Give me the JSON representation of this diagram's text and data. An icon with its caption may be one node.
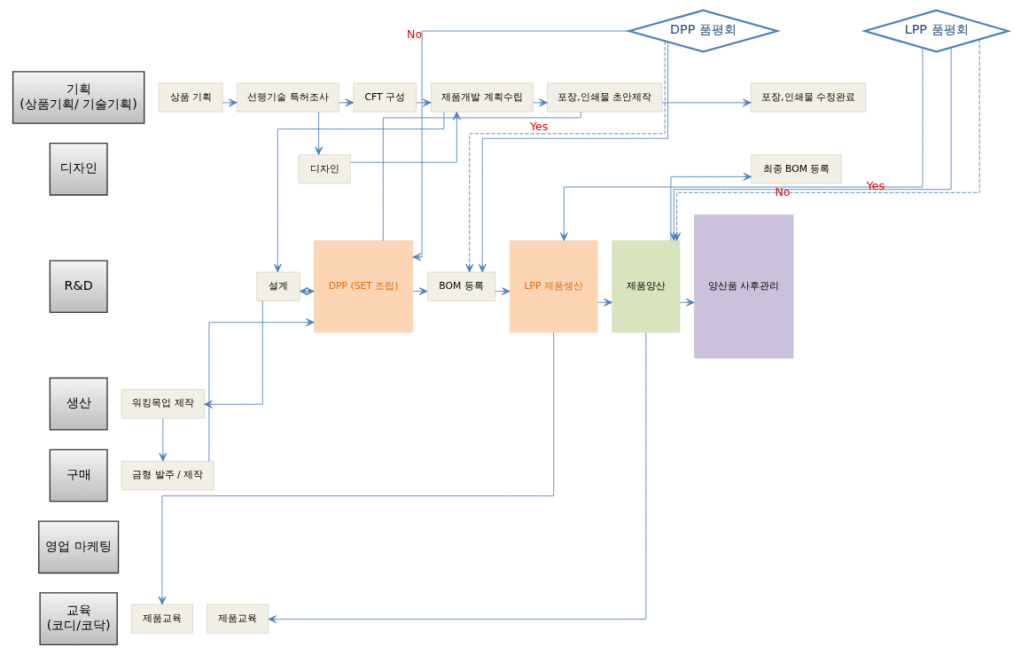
{
  "diagram": {
    "nodes": [
      {
        "text": [
          "기획",
          "(상품기획/ 기술기획)"
        ]
      },
      {
        "text": [
          "디자인"
        ]
      },
      {
        "text": [
          "R&D"
        ]
      },
      {
        "text": [
          "생산"
        ]
      },
      {
        "text": [
          "구매"
        ]
      },
      {
        "text": [
          "영업 마케팅"
        ]
      },
      {
        "text": [
          "교육",
          "(코디/코닥)"
        ]
      },
      {
        "text": [
          "상품 기획"
        ]
      },
      {
        "text": [
          "선행기술 특허조사"
        ]
      },
      {
        "text": [
          "CFT 구성"
        ]
      },
      {
        "text": [
          "디자인"
        ]
      },
      {
        "text": [
          "제품개발 계획수립"
        ]
      },
      {
        "text": [
          "포장,인쇄물 초안제작"
        ]
      },
      {
        "text": [
          "포장,인쇄물 수정완료"
        ]
      },
      {
        "text": [
          "DPP 품평회"
        ]
      },
      {
        "text": [
          "LPP 품평회"
        ]
      },
      {
        "text": [
          "최종 BOM 등록"
        ]
      },
      {
        "text": [
          "설계"
        ]
      },
      {
        "text": [
          "DPP (SET 조립)"
        ]
      },
      {
        "text": [
          "BOM 등록"
        ]
      },
      {
        "text": [
          "LPP 제품생산"
        ]
      },
      {
        "text": [
          "제품양산"
        ]
      },
      {
        "text": [
          "양산품 사후관리"
        ]
      },
      {
        "text": [
          "워킹목업 제작"
        ]
      },
      {
        "text": [
          "금형 발주 / 제작"
        ]
      },
      {
        "text": [
          "제품교육"
        ]
      },
      {
        "text": [
          "제품교육"
        ]
      }
    ],
    "edges": [
      {
        "from": 7,
        "to": 8,
        "arrow": "to"
      },
      {
        "from": 8,
        "to": 9,
        "arrow": "to"
      },
      {
        "from": 8,
        "to": 10,
        "arrow": "to"
      },
      {
        "from": 9,
        "to": 11,
        "arrow": "to"
      },
      {
        "from": 10,
        "to": 11,
        "arrow": "to"
      },
      {
        "from": 11,
        "to": 12,
        "arrow": "to"
      },
      {
        "from": 12,
        "to": 13,
        "arrow": "to"
      },
      {
        "from": 11,
        "to": 17,
        "arrow": "to"
      },
      {
        "from": 17,
        "to": 18,
        "arrow": "both"
      },
      {
        "from": 17,
        "to": 23,
        "arrow": "to"
      },
      {
        "from": 23,
        "to": 24,
        "arrow": "to"
      },
      {
        "from": 24,
        "to": 18,
        "arrow": "to"
      },
      {
        "from": 12,
        "to": 18,
        "arrow": "none"
      },
      {
        "from": 14,
        "to": 18,
        "arrow": "to",
        "label": "No"
      },
      {
        "from": 14,
        "to": 19,
        "arrow": "to",
        "label": "Yes",
        "style": "dashed"
      },
      {
        "from": 14,
        "to": 19,
        "arrow": "to"
      },
      {
        "from": 18,
        "to": 19,
        "arrow": "to"
      },
      {
        "from": 19,
        "to": 20,
        "arrow": "to"
      },
      {
        "from": 15,
        "to": 20,
        "arrow": "to",
        "label": "No"
      },
      {
        "from": 15,
        "to": 21,
        "arrow": "to"
      },
      {
        "from": 20,
        "to": 21,
        "arrow": "to"
      },
      {
        "from": 15,
        "to": 21,
        "arrow": "to",
        "label": "Yes",
        "style": "dashed"
      },
      {
        "from": 21,
        "to": 16,
        "arrow": "to"
      },
      {
        "from": 21,
        "to": 22,
        "arrow": "to"
      },
      {
        "from": 20,
        "to": 25,
        "arrow": "to"
      },
      {
        "from": 21,
        "to": 26,
        "arrow": "to"
      }
    ]
  }
}
